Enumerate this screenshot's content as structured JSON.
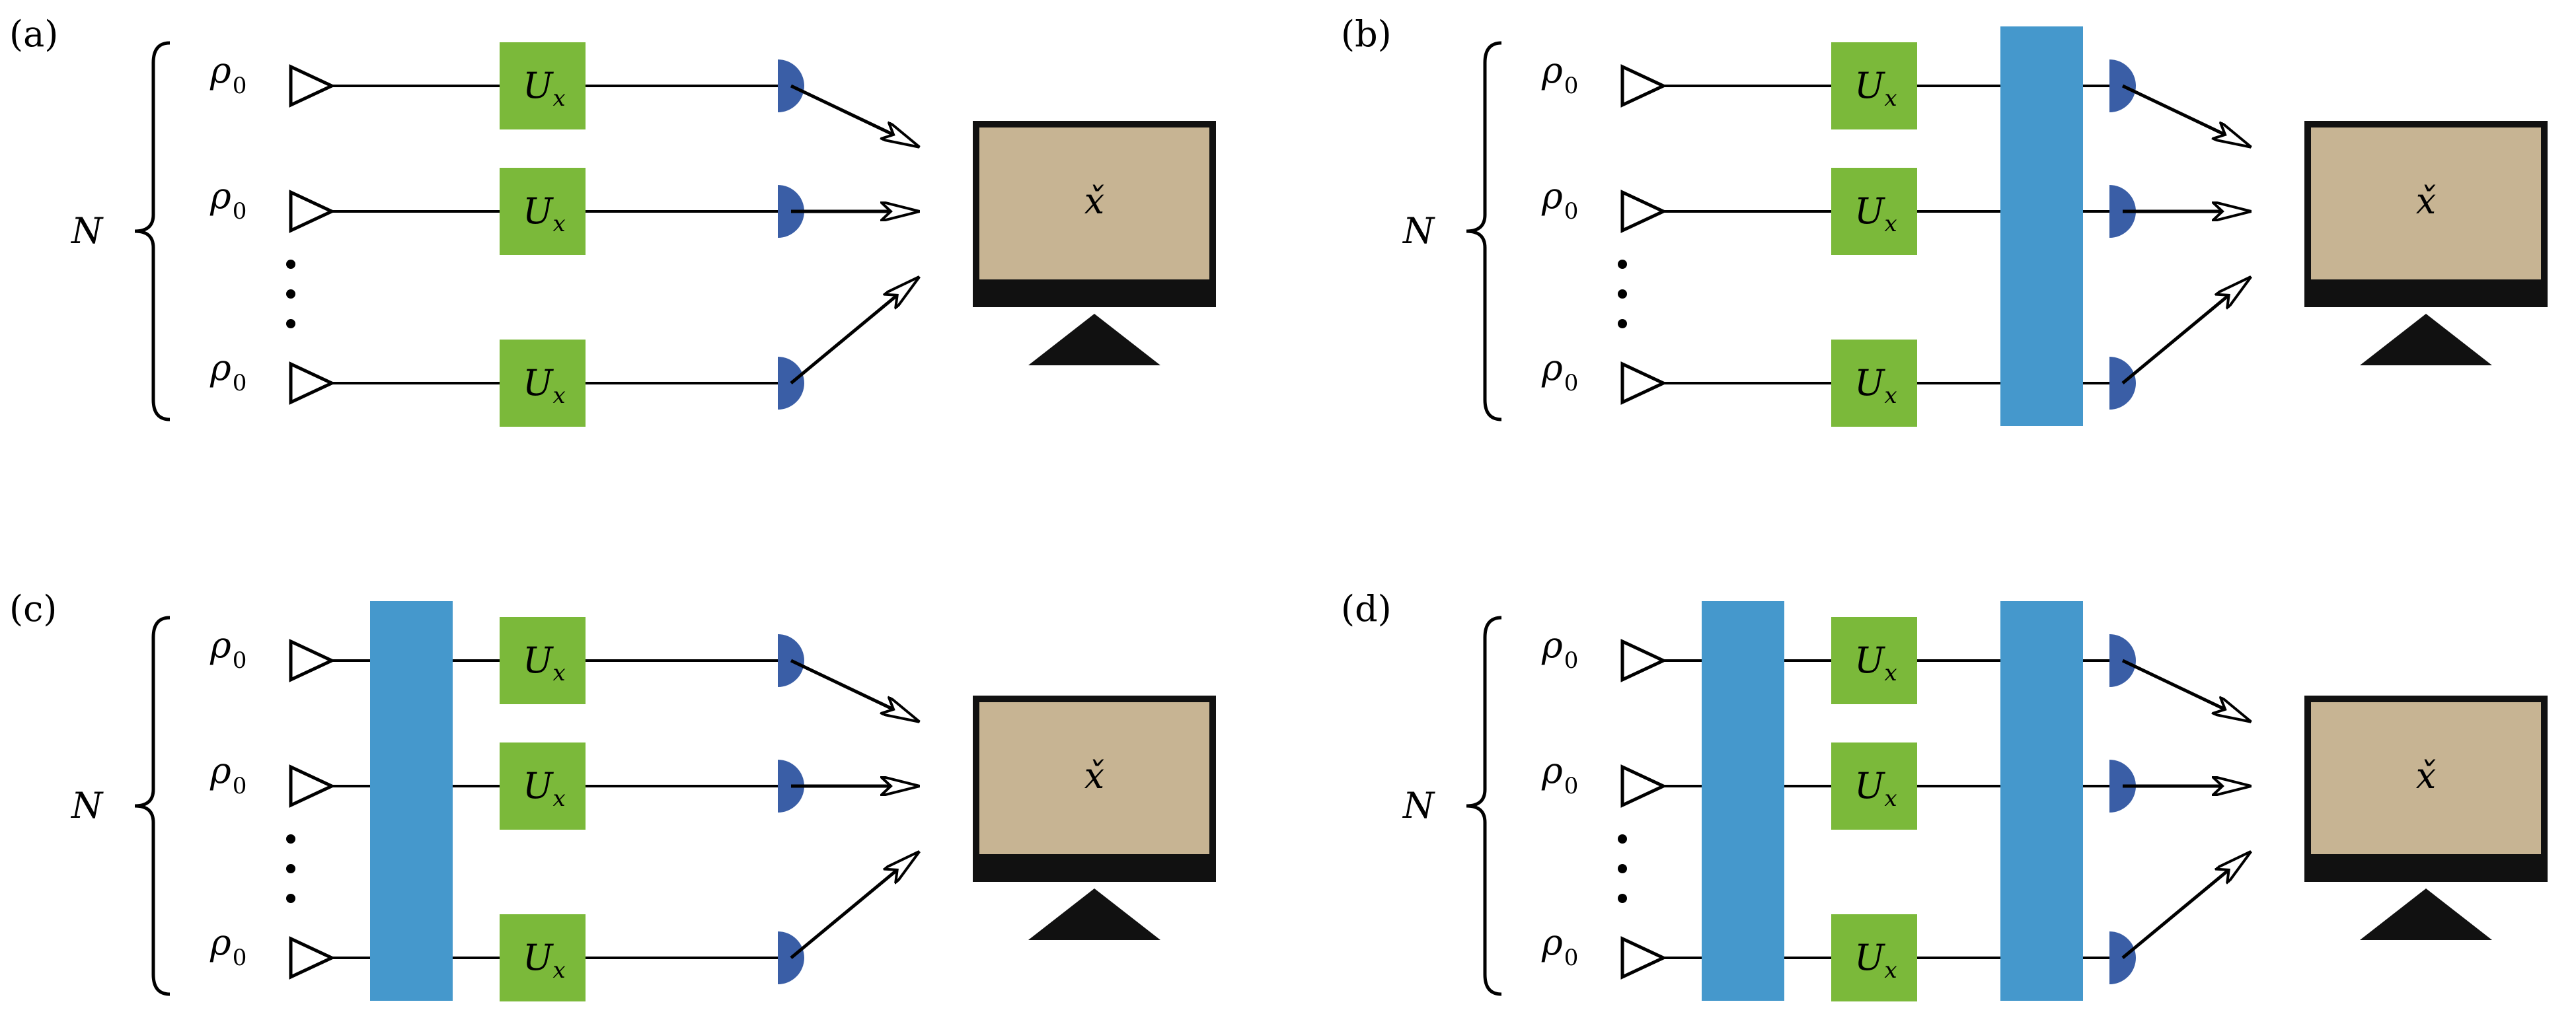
{
  "figure": {
    "palette": {
      "unitary": "#7bb93a",
      "entangler": "#4598cc",
      "detector": "#3a5ea6",
      "monitor_screen": "#c7b493",
      "monitor_frame": "#111111",
      "line": "#000000"
    },
    "icons": {
      "source": "triangle-source-icon",
      "detector": "detector-icon",
      "computer": "monitor-icon"
    },
    "panels": [
      {
        "label": "(a)",
        "probe_count": "N",
        "state_symbol": "ρ",
        "state_subscript": "0",
        "unitary_symbol": "U",
        "unitary_subscript": "x",
        "estimator_symbol": "x̌",
        "entangler_before": false,
        "entangler_after": false
      },
      {
        "label": "(b)",
        "probe_count": "N",
        "state_symbol": "ρ",
        "state_subscript": "0",
        "unitary_symbol": "U",
        "unitary_subscript": "x",
        "estimator_symbol": "x̌",
        "entangler_before": false,
        "entangler_after": true
      },
      {
        "label": "(c)",
        "probe_count": "N",
        "state_symbol": "ρ",
        "state_subscript": "0",
        "unitary_symbol": "U",
        "unitary_subscript": "x",
        "estimator_symbol": "x̌",
        "entangler_before": true,
        "entangler_after": false
      },
      {
        "label": "(d)",
        "probe_count": "N",
        "state_symbol": "ρ",
        "state_subscript": "0",
        "unitary_symbol": "U",
        "unitary_subscript": "x",
        "estimator_symbol": "x̌",
        "entangler_before": true,
        "entangler_after": true
      }
    ]
  }
}
